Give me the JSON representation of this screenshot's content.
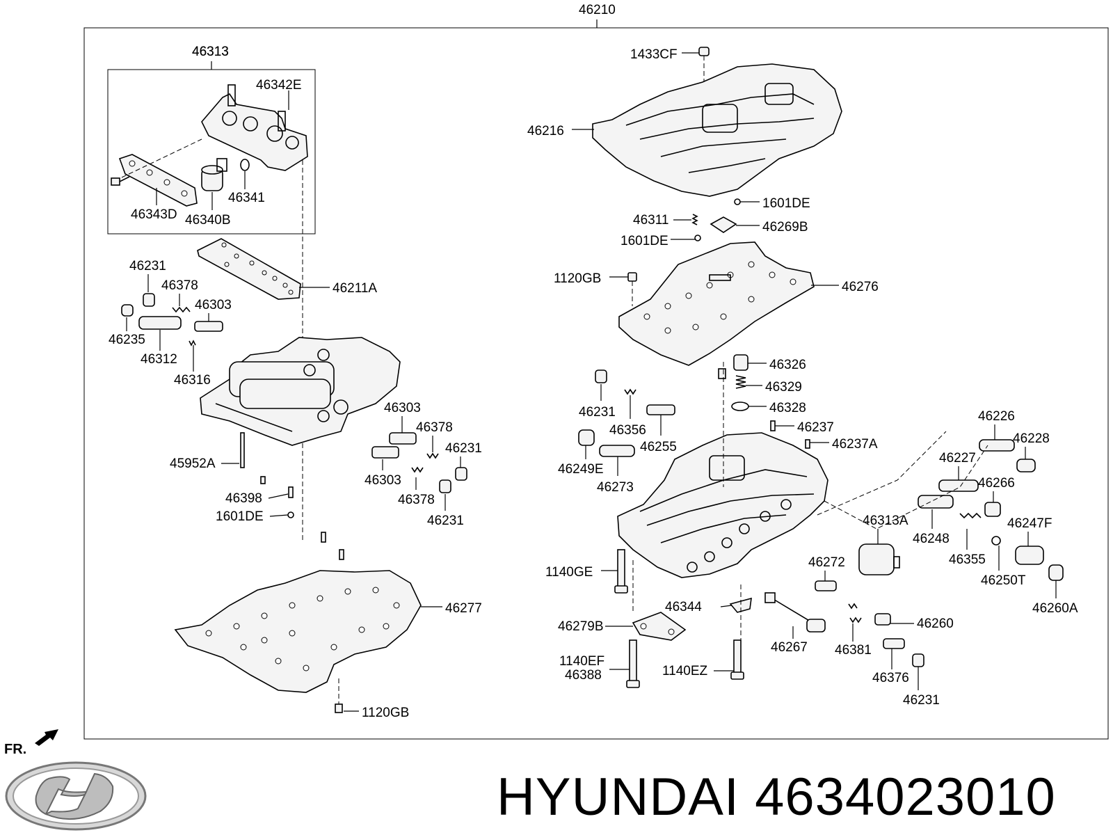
{
  "diagram": {
    "assembly_number": "46210",
    "sub_assembly_number": "46313",
    "direction_label": "FR."
  },
  "brand": {
    "logo": "hyundai-logo",
    "text": "HYUNDAI 4634023010"
  },
  "labels": [
    "46313",
    "46342E",
    "46343D",
    "46340B",
    "46341",
    "46211A",
    "46231",
    "46378",
    "46303",
    "46235",
    "46312",
    "46316",
    "46303",
    "46378",
    "46231",
    "46303",
    "46378",
    "46231",
    "45952A",
    "46398",
    "1601DE",
    "46277",
    "1120GB",
    "1433CF",
    "46216",
    "1601DE",
    "46311",
    "46269B",
    "1601DE",
    "1120GB",
    "46276",
    "46326",
    "46329",
    "46328",
    "46231",
    "46356",
    "46255",
    "46237",
    "46237A",
    "46249E",
    "46273",
    "46226",
    "46228",
    "46227",
    "46266",
    "46313A",
    "46248",
    "46247F",
    "46355",
    "46250T",
    "46272",
    "46260A",
    "1140GE",
    "46344",
    "46260",
    "46279B",
    "46267",
    "46381",
    "1140EF",
    "46388",
    "1140EZ",
    "46376",
    "46231"
  ]
}
